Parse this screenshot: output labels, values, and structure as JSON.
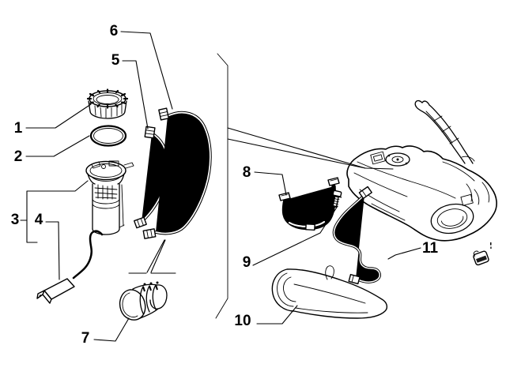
{
  "diagram": {
    "kind": "exploded-parts-diagram",
    "colors": {
      "background": "#ffffff",
      "line": "#000000"
    },
    "callouts": [
      {
        "number": "1"
      },
      {
        "number": "2"
      },
      {
        "number": "3"
      },
      {
        "number": "4"
      },
      {
        "number": "5"
      },
      {
        "number": "6"
      },
      {
        "number": "7"
      },
      {
        "number": "8"
      },
      {
        "number": "9"
      },
      {
        "number": "10"
      },
      {
        "number": "11"
      }
    ]
  }
}
